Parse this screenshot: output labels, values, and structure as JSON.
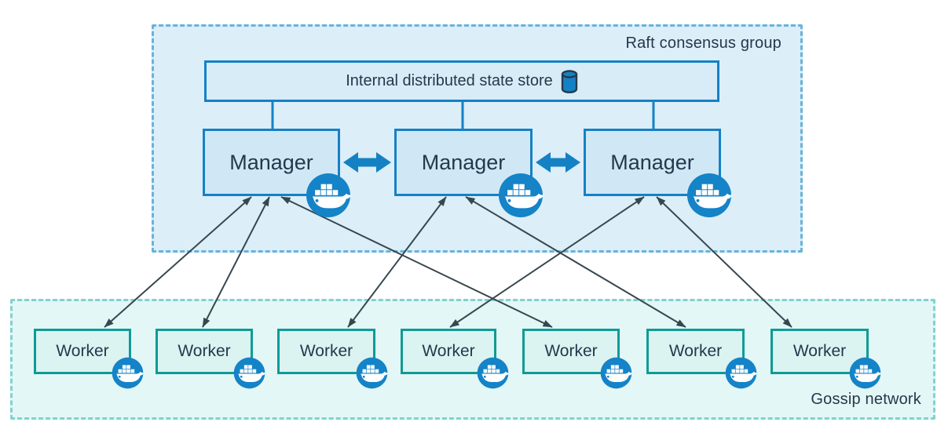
{
  "diagram": {
    "raft_group": {
      "label": "Raft consensus group"
    },
    "gossip_group": {
      "label": "Gossip network"
    },
    "state_store": {
      "label": "Internal distributed state store",
      "icon": "database-cylinder-icon"
    },
    "managers": [
      {
        "id": "manager-1",
        "label": "Manager",
        "badge": "docker-whale-icon"
      },
      {
        "id": "manager-2",
        "label": "Manager",
        "badge": "docker-whale-icon"
      },
      {
        "id": "manager-3",
        "label": "Manager",
        "badge": "docker-whale-icon"
      }
    ],
    "workers": [
      {
        "id": "worker-1",
        "label": "Worker",
        "badge": "docker-whale-icon"
      },
      {
        "id": "worker-2",
        "label": "Worker",
        "badge": "docker-whale-icon"
      },
      {
        "id": "worker-3",
        "label": "Worker",
        "badge": "docker-whale-icon"
      },
      {
        "id": "worker-4",
        "label": "Worker",
        "badge": "docker-whale-icon"
      },
      {
        "id": "worker-5",
        "label": "Worker",
        "badge": "docker-whale-icon"
      },
      {
        "id": "worker-6",
        "label": "Worker",
        "badge": "docker-whale-icon"
      },
      {
        "id": "worker-7",
        "label": "Worker",
        "badge": "docker-whale-icon"
      }
    ],
    "links": {
      "store_to_managers": [
        "manager-1",
        "manager-2",
        "manager-3"
      ],
      "manager_peer_links": [
        {
          "between": [
            "manager-1",
            "manager-2"
          ],
          "style": "thick-double-arrow"
        },
        {
          "between": [
            "manager-2",
            "manager-3"
          ],
          "style": "thick-double-arrow"
        }
      ],
      "manager_worker_links": [
        {
          "from": "manager-1",
          "to": "worker-1",
          "style": "double-arrow"
        },
        {
          "from": "manager-1",
          "to": "worker-2",
          "style": "double-arrow"
        },
        {
          "from": "manager-1",
          "to": "worker-5",
          "style": "double-arrow"
        },
        {
          "from": "manager-2",
          "to": "worker-3",
          "style": "double-arrow"
        },
        {
          "from": "manager-2",
          "to": "worker-6",
          "style": "double-arrow"
        },
        {
          "from": "manager-3",
          "to": "worker-4",
          "style": "double-arrow"
        },
        {
          "from": "manager-3",
          "to": "worker-7",
          "style": "double-arrow"
        }
      ]
    },
    "colors": {
      "accent_blue": "#1581c5",
      "raft_fill": "#dceef8",
      "raft_border": "#67b3dc",
      "store_fill": "#d8ecf8",
      "manager_fill": "#d0e8f6",
      "teal_border": "#0f9b96",
      "worker_fill": "#dbf3f1",
      "gossip_fill": "#e3f7f6",
      "gossip_border": "#7ed3d1",
      "docker_badge_blue": "#1583c7",
      "thin_arrow": "#37474f",
      "text_dark": "#25384c"
    }
  }
}
